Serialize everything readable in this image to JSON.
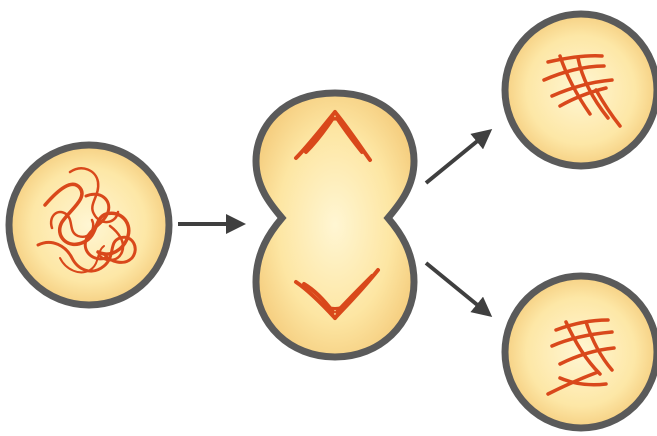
{
  "diagram": {
    "stages": [
      {
        "id": "parent-cell",
        "state": "interphase, tangled chromatin"
      },
      {
        "id": "dividing-cell",
        "state": "anaphase / telophase, chromosomes pulled to poles"
      },
      {
        "id": "daughter-cell-top",
        "state": "daughter nucleus with condensed chromosomes"
      },
      {
        "id": "daughter-cell-bottom",
        "state": "daughter nucleus with condensed chromosomes"
      }
    ],
    "arrows": [
      {
        "from": "parent-cell",
        "to": "dividing-cell"
      },
      {
        "from": "dividing-cell",
        "to": "daughter-cell-top"
      },
      {
        "from": "dividing-cell",
        "to": "daughter-cell-bottom"
      }
    ]
  },
  "colors": {
    "membrane": "#5a5a5a",
    "cytoplasm_center": "#fff3c8",
    "cytoplasm_edge": "#f5cf7f",
    "chromosome": "#d9481b",
    "arrow": "#3f3f3f"
  }
}
